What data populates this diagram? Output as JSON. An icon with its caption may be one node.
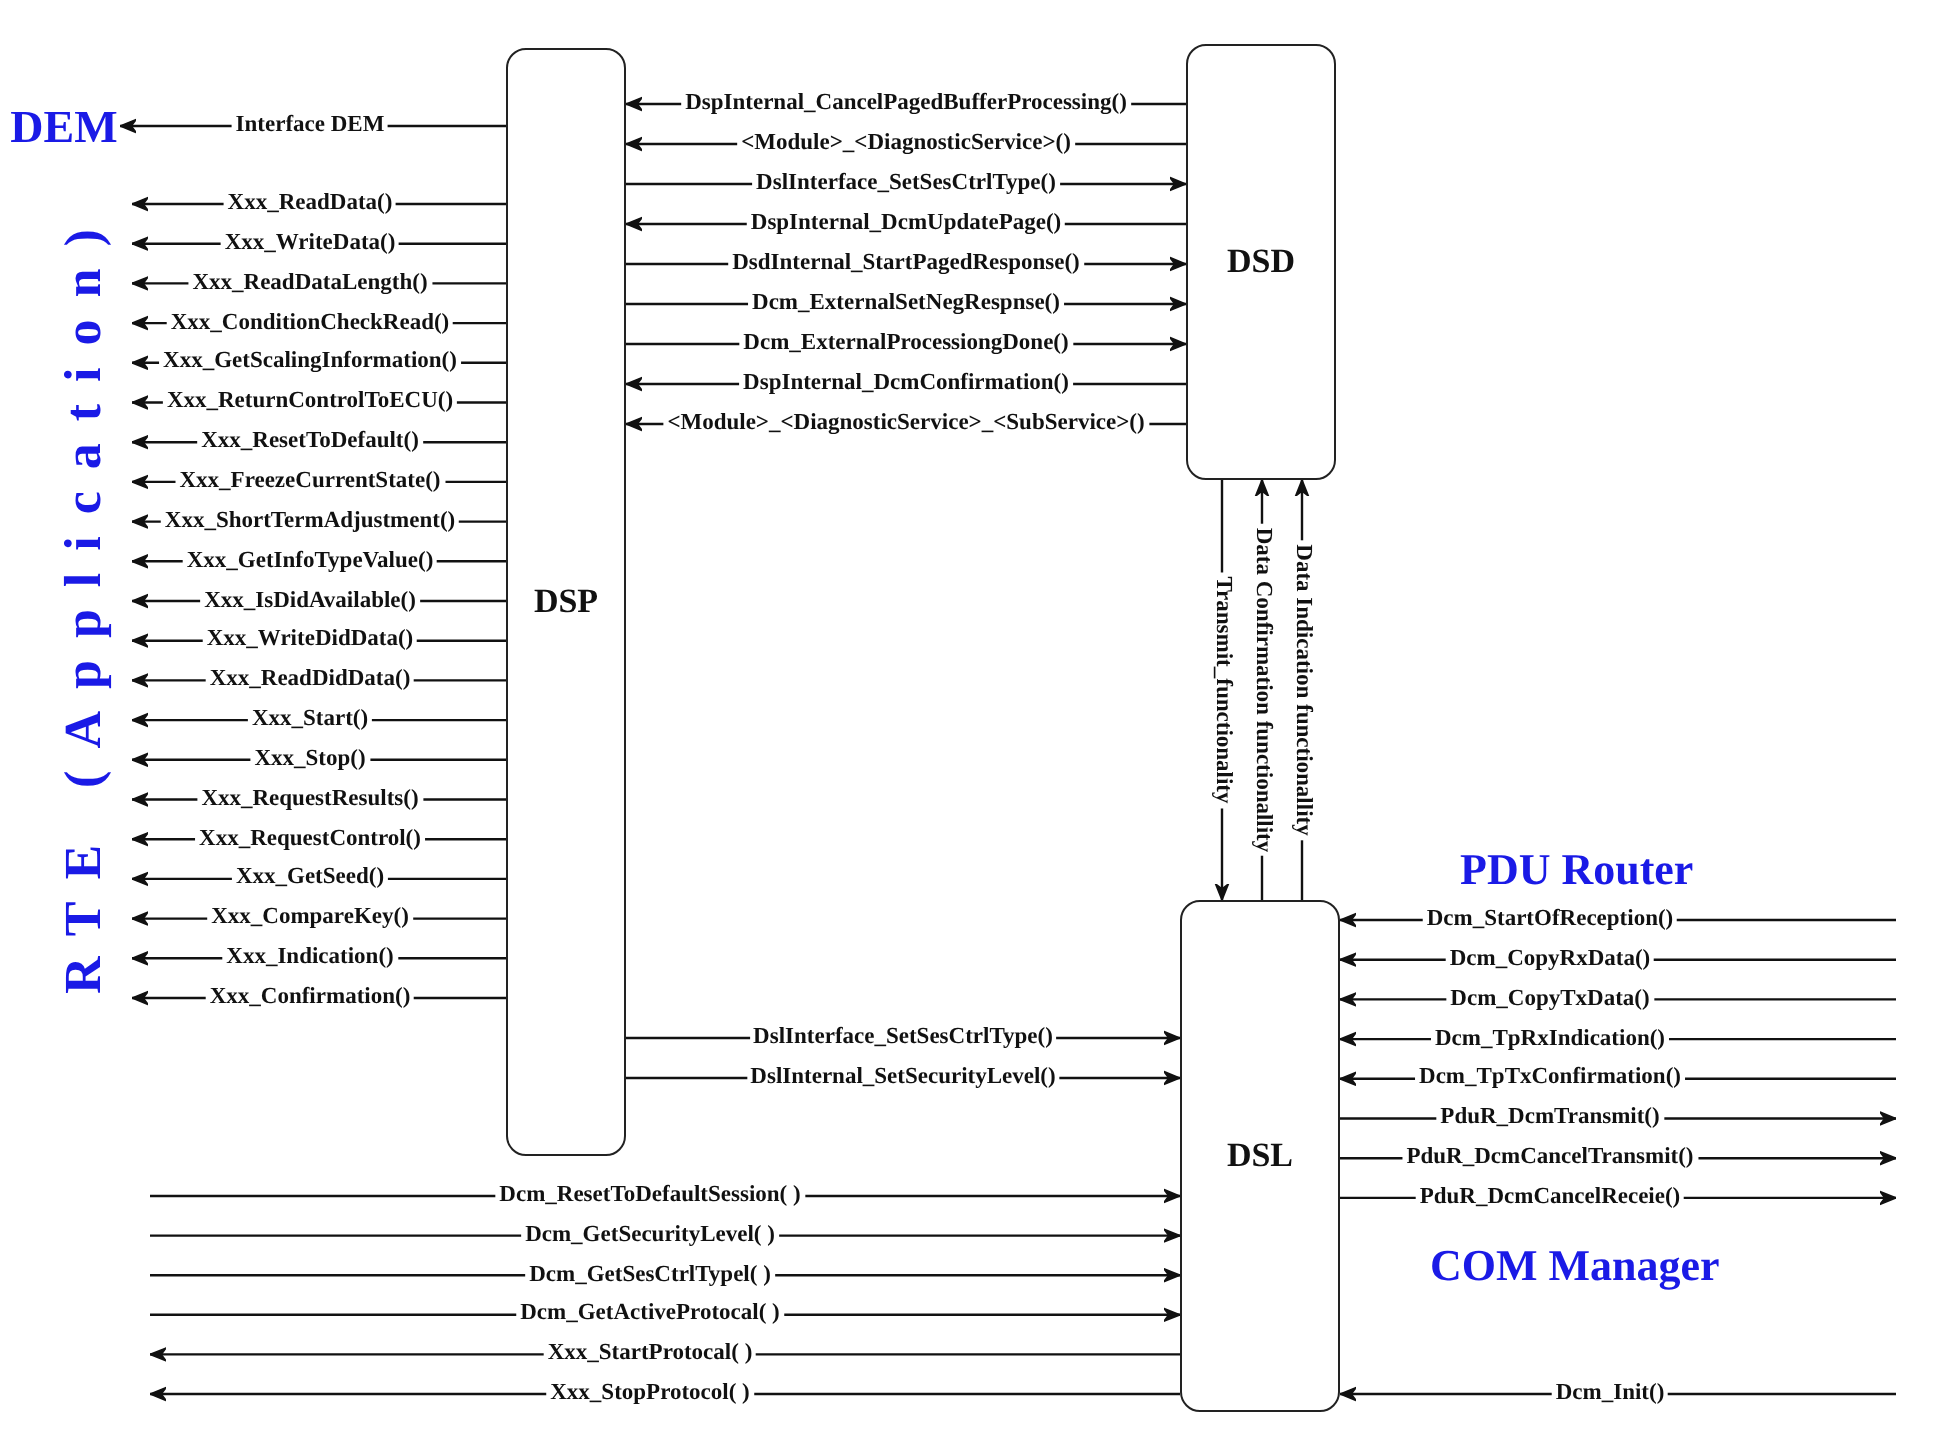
{
  "diagram": {
    "nodes": [
      {
        "text": [
          "DEM"
        ]
      },
      {
        "text": [
          "RTE (Application)"
        ]
      },
      {
        "text": [
          "DSP"
        ]
      },
      {
        "text": [
          "DSD"
        ]
      },
      {
        "text": [
          "DSL"
        ]
      }
    ],
    "edges": [
      {
        "from": 2,
        "to": 0,
        "arrow": "to",
        "label": "Interface DEM"
      },
      {
        "from": 2,
        "to": 1,
        "arrow": "to",
        "label": "Xxx_ReadData()"
      },
      {
        "from": 2,
        "to": 1,
        "arrow": "to",
        "label": "Xxx_WriteData()"
      },
      {
        "from": 2,
        "to": 1,
        "arrow": "to",
        "label": "Xxx_ReadDataLength()"
      },
      {
        "from": 2,
        "to": 1,
        "arrow": "to",
        "label": "Xxx_ConditionCheckRead()"
      },
      {
        "from": 2,
        "to": 1,
        "arrow": "to",
        "label": "Xxx_GetScalingInformation()"
      },
      {
        "from": 2,
        "to": 1,
        "arrow": "to",
        "label": "Xxx_ReturnControlToECU()"
      },
      {
        "from": 2,
        "to": 1,
        "arrow": "to",
        "label": "Xxx_ResetToDefault()"
      },
      {
        "from": 2,
        "to": 1,
        "arrow": "to",
        "label": "Xxx_FreezeCurrentState()"
      },
      {
        "from": 2,
        "to": 1,
        "arrow": "to",
        "label": "Xxx_ShortTermAdjustment()"
      },
      {
        "from": 2,
        "to": 1,
        "arrow": "to",
        "label": "Xxx_GetInfoTypeValue()"
      },
      {
        "from": 2,
        "to": 1,
        "arrow": "to",
        "label": "Xxx_IsDidAvailable()"
      },
      {
        "from": 2,
        "to": 1,
        "arrow": "to",
        "label": "Xxx_WriteDidData()"
      },
      {
        "from": 2,
        "to": 1,
        "arrow": "to",
        "label": "Xxx_ReadDidData()"
      },
      {
        "from": 2,
        "to": 1,
        "arrow": "to",
        "label": "Xxx_Start()"
      },
      {
        "from": 2,
        "to": 1,
        "arrow": "to",
        "label": "Xxx_Stop()"
      },
      {
        "from": 2,
        "to": 1,
        "arrow": "to",
        "label": "Xxx_RequestResults()"
      },
      {
        "from": 2,
        "to": 1,
        "arrow": "to",
        "label": "Xxx_RequestControl()"
      },
      {
        "from": 2,
        "to": 1,
        "arrow": "to",
        "label": "Xxx_GetSeed()"
      },
      {
        "from": 2,
        "to": 1,
        "arrow": "to",
        "label": "Xxx_CompareKey()"
      },
      {
        "from": 2,
        "to": 1,
        "arrow": "to",
        "label": "Xxx_Indication()"
      },
      {
        "from": 2,
        "to": 1,
        "arrow": "to",
        "label": "Xxx_Confirmation()"
      },
      {
        "from": 3,
        "to": 2,
        "arrow": "to",
        "label": "DspInternal_CancelPagedBufferProcessing()"
      },
      {
        "from": 3,
        "to": 2,
        "arrow": "to",
        "label": "<Module>_<DiagnosticService>()"
      },
      {
        "from": 2,
        "to": 3,
        "arrow": "to",
        "label": "DslInterface_SetSesCtrlType()"
      },
      {
        "from": 3,
        "to": 2,
        "arrow": "to",
        "label": "DspInternal_DcmUpdatePage()"
      },
      {
        "from": 2,
        "to": 3,
        "arrow": "to",
        "label": "DsdInternal_StartPagedResponse()"
      },
      {
        "from": 2,
        "to": 3,
        "arrow": "to",
        "label": "Dcm_ExternalSetNegRespnse()"
      },
      {
        "from": 2,
        "to": 3,
        "arrow": "to",
        "label": "Dcm_ExternalProcessiongDone()"
      },
      {
        "from": 3,
        "to": 2,
        "arrow": "to",
        "label": "DspInternal_DcmConfirmation()"
      },
      {
        "from": 3,
        "to": 2,
        "arrow": "to",
        "label": "<Module>_<DiagnosticService>_<SubService>()"
      },
      {
        "from": 3,
        "to": 4,
        "arrow": "to",
        "label": "Transmit_functionality"
      },
      {
        "from": 4,
        "to": 3,
        "arrow": "to",
        "label": "Data Confirmation functionallity"
      },
      {
        "from": 4,
        "to": 3,
        "arrow": "to",
        "label": "Data Indication functionallity"
      },
      {
        "from": 2,
        "to": 4,
        "arrow": "to",
        "label": "DslInterface_SetSesCtrlType()"
      },
      {
        "from": 2,
        "to": 4,
        "arrow": "to",
        "label": "DslInternal_SetSecurityLevel()"
      },
      {
        "from": null,
        "to": 4,
        "arrow": "to",
        "label": "Dcm_StartOfReception()"
      },
      {
        "from": null,
        "to": 4,
        "arrow": "to",
        "label": "Dcm_CopyRxData()"
      },
      {
        "from": null,
        "to": 4,
        "arrow": "to",
        "label": "Dcm_CopyTxData()"
      },
      {
        "from": null,
        "to": 4,
        "arrow": "to",
        "label": "Dcm_TpRxIndication()"
      },
      {
        "from": null,
        "to": 4,
        "arrow": "to",
        "label": "Dcm_TpTxConfirmation()"
      },
      {
        "from": 4,
        "to": null,
        "arrow": "to",
        "label": "PduR_DcmTransmit()"
      },
      {
        "from": 4,
        "to": null,
        "arrow": "to",
        "label": "PduR_DcmCancelTransmit()"
      },
      {
        "from": 4,
        "to": null,
        "arrow": "to",
        "label": "PduR_DcmCancelReceie()"
      },
      {
        "from": null,
        "to": 4,
        "arrow": "to",
        "label": "Dcm_ResetToDefaultSession( )"
      },
      {
        "from": null,
        "to": 4,
        "arrow": "to",
        "label": "Dcm_GetSecurityLevel( )"
      },
      {
        "from": null,
        "to": 4,
        "arrow": "to",
        "label": "Dcm_GetSesCtrlTypel( )"
      },
      {
        "from": null,
        "to": 4,
        "arrow": "to",
        "label": "Dcm_GetActiveProtocal( )"
      },
      {
        "from": 4,
        "to": null,
        "arrow": "to",
        "label": "Xxx_StartProtocal( )"
      },
      {
        "from": 4,
        "to": null,
        "arrow": "to",
        "label": "Xxx_StopProtocol( )"
      },
      {
        "from": null,
        "to": 4,
        "arrow": "to",
        "label": "Dcm_Init()"
      }
    ],
    "labels": [
      "PDU Router",
      "COM Manager"
    ]
  }
}
